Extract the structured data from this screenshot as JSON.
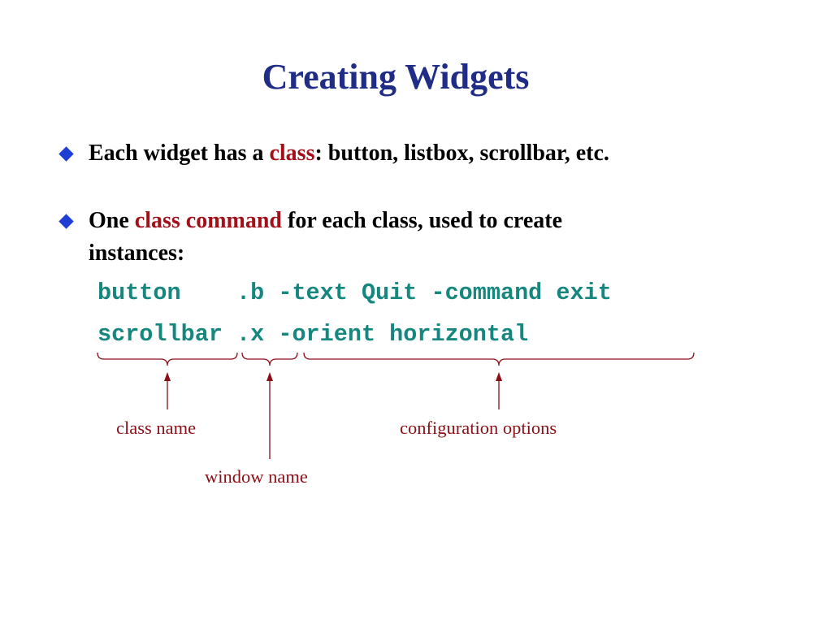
{
  "slide": {
    "title": "Creating Widgets",
    "bullets": [
      {
        "parts": [
          "Each widget has a ",
          "class",
          ": button, listbox, scrollbar, etc."
        ]
      },
      {
        "parts": [
          "One ",
          "class command",
          " for each class, used to create"
        ],
        "continuation": "instances:"
      }
    ],
    "code_lines": [
      "button    .b -text Quit -command exit",
      "scrollbar .x -orient horizontal"
    ],
    "annotations": {
      "class_name": "class name",
      "window_name": "window name",
      "configuration_options": "configuration options"
    },
    "colors": {
      "title": "#1f2d86",
      "bullet_marker": "#1f3ed6",
      "highlight": "#a3101a",
      "code": "#15877f",
      "annotation": "#8a0f17"
    },
    "icons": {
      "bullet_marker": "diamond-icon",
      "pointer": "arrow-up-icon",
      "grouping": "brace-icon"
    }
  }
}
